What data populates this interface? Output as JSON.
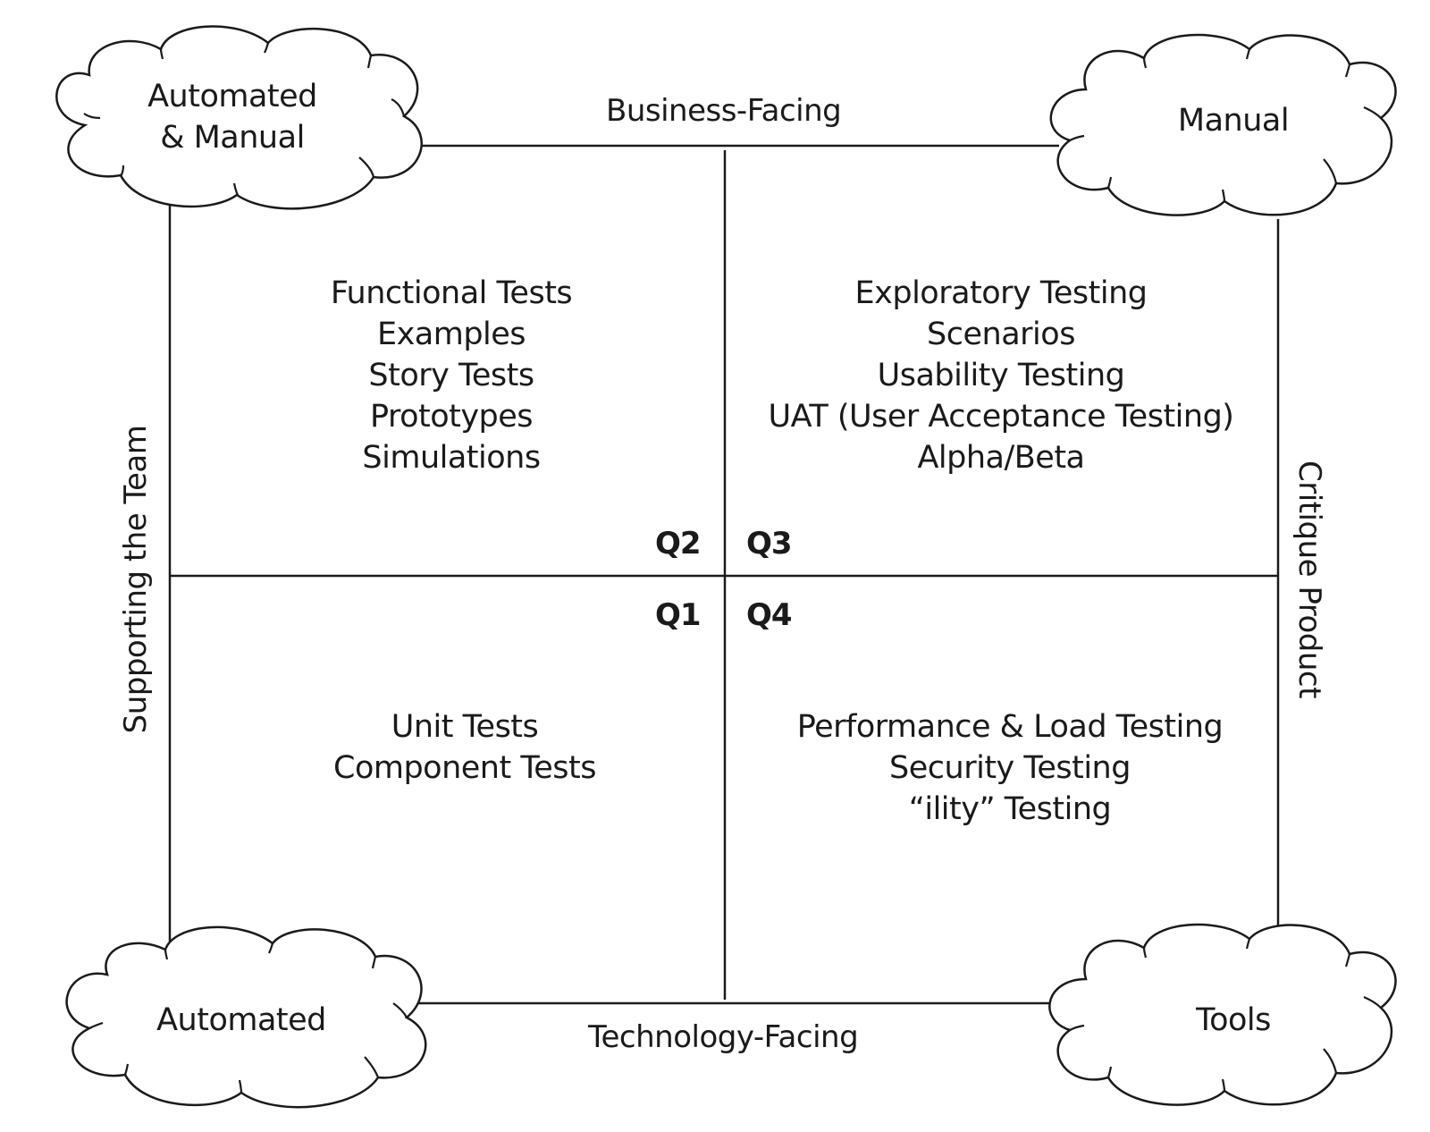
{
  "axes": {
    "top": "Business-Facing",
    "bottom": "Technology-Facing",
    "left": "Supporting the Team",
    "right": "Critique Product"
  },
  "clouds": {
    "top_left": [
      "Automated",
      "& Manual"
    ],
    "top_right": [
      "Manual"
    ],
    "bottom_left": [
      "Automated"
    ],
    "bottom_right": [
      "Tools"
    ]
  },
  "quadrants": {
    "q2": {
      "label": "Q2",
      "items": [
        "Functional Tests",
        "Examples",
        "Story Tests",
        "Prototypes",
        "Simulations"
      ]
    },
    "q3": {
      "label": "Q3",
      "items": [
        "Exploratory Testing",
        "Scenarios",
        "Usability Testing",
        "UAT (User Acceptance Testing)",
        "Alpha/Beta"
      ]
    },
    "q1": {
      "label": "Q1",
      "items": [
        "Unit Tests",
        "Component Tests"
      ]
    },
    "q4": {
      "label": "Q4",
      "items": [
        "Performance & Load Testing",
        "Security Testing",
        "“ility” Testing"
      ]
    }
  }
}
